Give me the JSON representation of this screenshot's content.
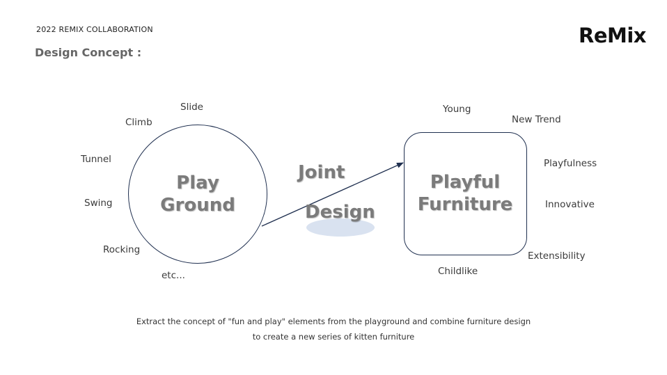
{
  "header": {
    "label": "2022 REMIX COLLABORATION",
    "section_title": "Design Concept :",
    "logo_text": "ReMix"
  },
  "diagram": {
    "left_node": {
      "line1": "Play",
      "line2": "Ground",
      "surrounding": [
        "Slide",
        "Climb",
        "Tunnel",
        "Swing",
        "Rocking",
        "etc..."
      ]
    },
    "connector": {
      "line1": "Joint",
      "line2": "Design"
    },
    "right_node": {
      "line1": "Playful",
      "line2": "Furniture",
      "surrounding": [
        "Young",
        "New Trend",
        "Playfulness",
        "Innovative",
        "Extensibility",
        "Childlike"
      ]
    }
  },
  "caption": {
    "line1": "Extract the concept of \"fun and play\" elements from the playground and combine furniture design",
    "line2": "to create a new series of kitten furniture"
  },
  "colors": {
    "outline": "#1f2f4f",
    "label_gray": "#7b7b7b",
    "highlight": "#d9e2f0"
  }
}
